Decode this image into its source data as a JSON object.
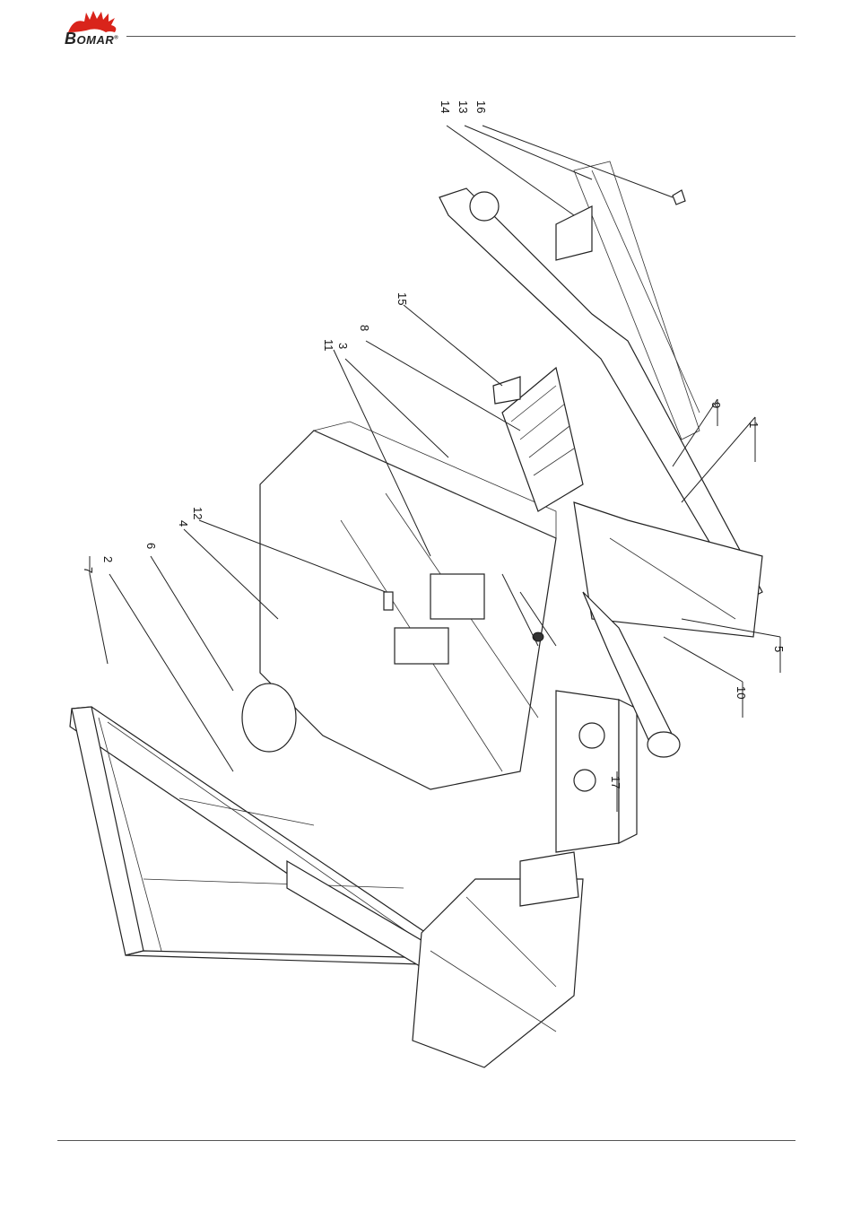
{
  "header": {
    "brand_first": "B",
    "brand_rest": "OMAR",
    "brand_mark": "®",
    "logo_color": "#d9241b"
  },
  "callouts": [
    "7",
    "2",
    "6",
    "4",
    "12",
    "11",
    "3",
    "8",
    "15",
    "14",
    "13",
    "16",
    "9",
    "1",
    "5",
    "10",
    "17"
  ]
}
